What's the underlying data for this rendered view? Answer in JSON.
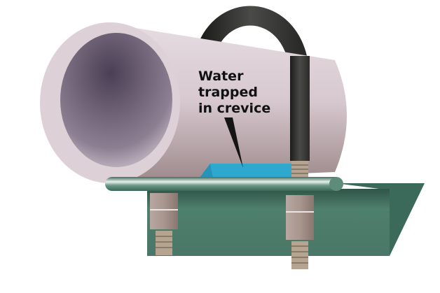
{
  "label": {
    "lines": [
      "Water",
      "trapped",
      "in crevice"
    ]
  },
  "colors": {
    "pipe": "#d9ccd2",
    "bore": "#4a3f55",
    "ubolt": "#333331",
    "water": "#2ea8cc",
    "bracket": "#4f7f6d",
    "nut": "#a8968f"
  }
}
